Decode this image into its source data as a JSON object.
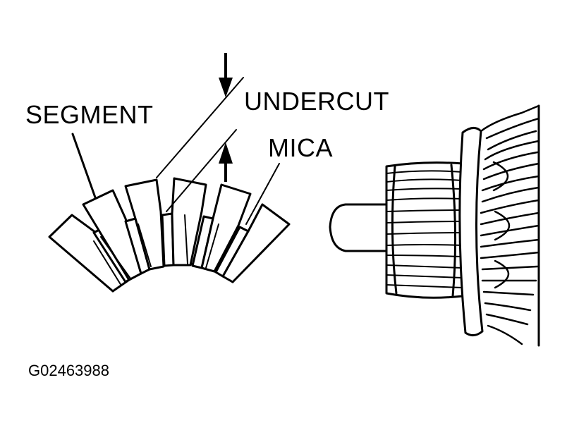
{
  "labels": {
    "segment": "SEGMENT",
    "undercut": "UNDERCUT",
    "mica": "MICA",
    "figure_code": "G02463988"
  },
  "colors": {
    "ink": "#000000",
    "background": "#ffffff"
  }
}
